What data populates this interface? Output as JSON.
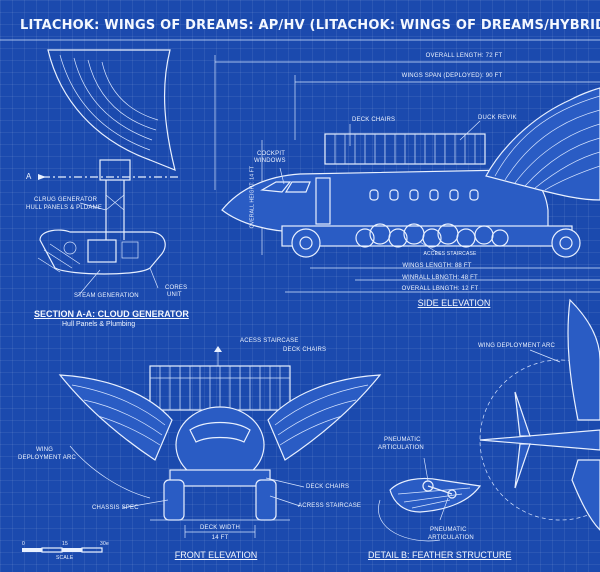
{
  "title": "LITACHOK: WINGS OF DREAMS: AP/HV (LITACHOK: WINGS OF DREAMS/HYBRID VEHICLE) - SPECI",
  "section_a": {
    "title": "SECTION A-A: CLOUD GENERATOR",
    "subtitle": "Hull Panels & Plumbing",
    "marker": "A",
    "labels": {
      "cloud_generator": "CLRUG GENERATOR",
      "hull_panels": "HULL PANELS & PLDAME",
      "steam_generation": "STEAM GENERATION",
      "cores_unit_1": "CORES",
      "cores_unit_2": "UNIT"
    }
  },
  "side_elevation": {
    "title": "SIDE ELEVATION",
    "labels": {
      "overall_length": "OVERALL LENGTH: 72 FT",
      "wings_span": "WINGS SPAN (DEPLOYED): 90 FT",
      "deck_chairs": "DECK CHAIRS",
      "duck_revik": "DUCK REVIK",
      "cockpit_1": "COCKPIT",
      "cockpit_2": "WINDOWS",
      "height": "OVERALL HEIGHT: 14 FT",
      "access_staircase": "ACCESS STAIRCASE",
      "wings_length": "WINGS LENGTH: 88 FT",
      "wingspan_length": "WINRALL LBNGTH: 48 FT",
      "overall_lbength": "OVERALL LBNGTH: 12 FT"
    }
  },
  "front_elevation": {
    "title": "FRONT ELEVATION",
    "labels": {
      "access_staircase": "ACESS STAIRCASE",
      "deck_chairs_top": "DECK CHAIRS",
      "wing_arc_1": "WING",
      "wing_arc_2": "DEPLOYMENT ARC",
      "chassis_spec": "CHASSIS SPEC",
      "deck_chairs_bottom": "DECK CHAIRS",
      "access_staircase_bottom": "ACRESS STAIRCASE",
      "deck_width": "DECK WIDTH",
      "width": "14 FT"
    }
  },
  "detail_b": {
    "title": "DETAIL B: FEATHER STRUCTURE",
    "labels": {
      "pneumatic_top_1": "PNEUMATIC",
      "pneumatic_top_2": "ARTICULATION",
      "pneumatic_bottom_1": "PNEUMATIC",
      "pneumatic_bottom_2": "ARTICULATION"
    }
  },
  "top_view": {
    "labels": {
      "wing_deployment_arc": "WING DEPLOYMENT ARC"
    }
  },
  "scale": {
    "label": "SCALE",
    "ticks": [
      "0",
      "15",
      "30e"
    ]
  },
  "colors": {
    "background": "#1b4aae",
    "ink": "#e8f0ff"
  }
}
